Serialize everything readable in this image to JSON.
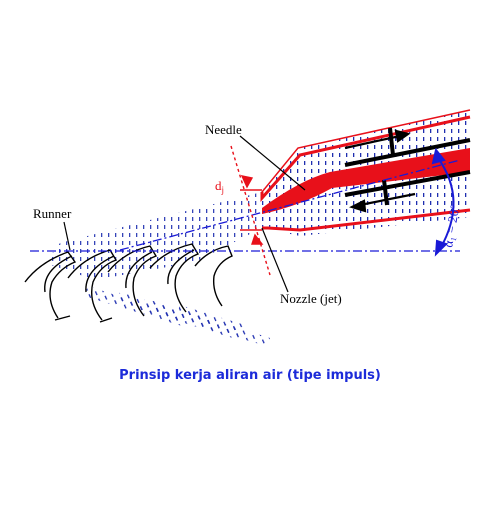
{
  "labels": {
    "needle": "Needle",
    "runner": "Runner",
    "nozzle": "Nozzle (jet)",
    "dj_main": "d",
    "dj_sub": "j",
    "angle": "α₁ = 20°"
  },
  "caption": "Prinsip kerja aliran air (tipe impuls)",
  "colors": {
    "nozzle_outline": "#e8101a",
    "needle_fill": "#e8101a",
    "water": "#1f2fb0",
    "axis": "#1a1ad6",
    "caption": "#1c2bd9"
  }
}
